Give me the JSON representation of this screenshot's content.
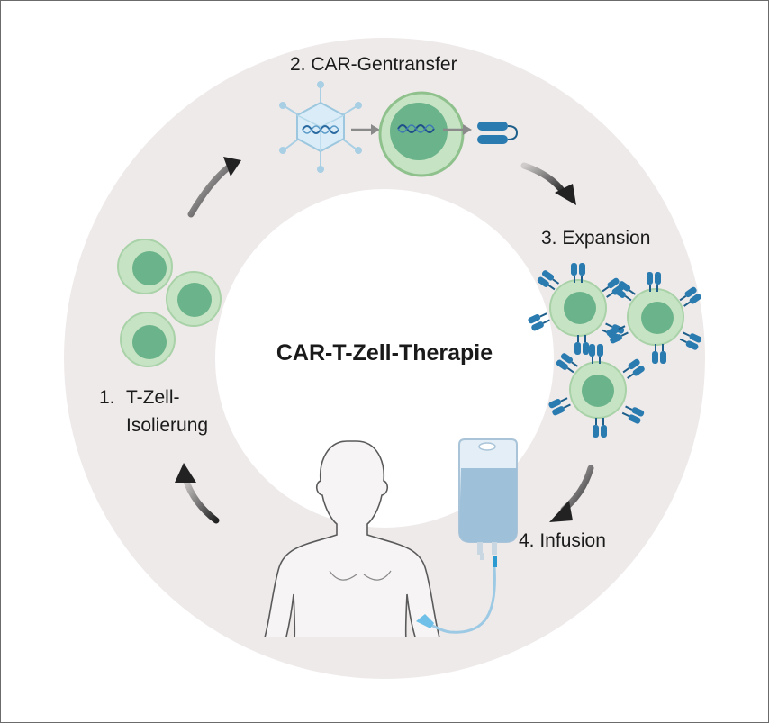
{
  "title": "CAR-T-Zell-Therapie",
  "steps": [
    {
      "number": "1.",
      "line1": "T-Zell-",
      "line2": "Isolierung"
    },
    {
      "label": "2. CAR-Gentransfer"
    },
    {
      "label": "3. Expansion"
    },
    {
      "label": "4. Infusion"
    }
  ],
  "colors": {
    "ring": "#efeaea",
    "cell_outer": "#c6e3c4",
    "cell_nucleus": "#6bb38a",
    "receptor": "#2a7bb0",
    "virus": "#cfe6f3",
    "arrow": "#222222"
  },
  "icons": [
    "t-cell-icon",
    "virus-icon",
    "dna-icon",
    "car-receptor-icon",
    "patient-icon",
    "infusion-bag-icon",
    "cycle-arrow-icon"
  ]
}
